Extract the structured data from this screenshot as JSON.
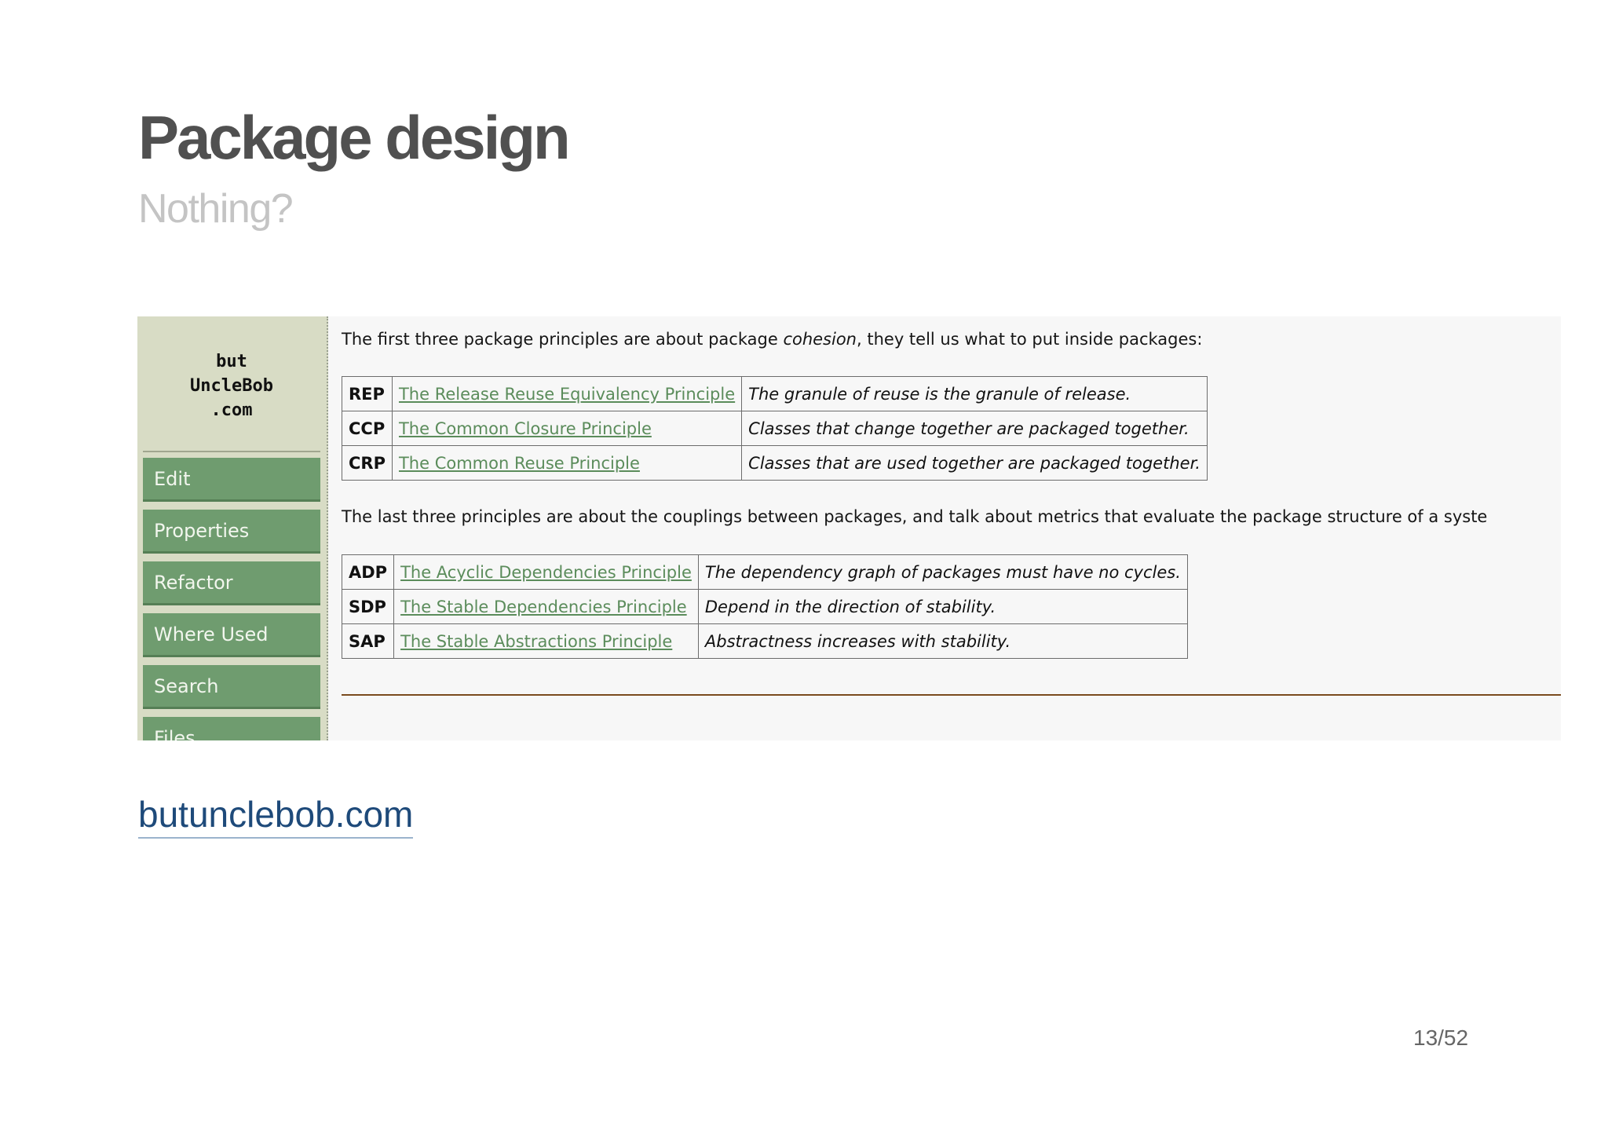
{
  "slide": {
    "title": "Package design",
    "subtitle": "Nothing?",
    "source_link": "butunclebob.com",
    "page_number": "13/52"
  },
  "wiki": {
    "logo_lines": [
      "but",
      "UncleBob",
      ".com"
    ],
    "nav": [
      {
        "label": "Edit"
      },
      {
        "label": "Properties"
      },
      {
        "label": "Refactor"
      },
      {
        "label": "Where Used"
      },
      {
        "label": "Search"
      },
      {
        "label": "Files"
      }
    ],
    "intro_prefix": "The first three package principles are about package ",
    "intro_emphasis": "cohesion",
    "intro_suffix": ", they tell us what to put inside packages:",
    "cohesion_principles": [
      {
        "abbr": "REP",
        "name": "The Release Reuse Equivalency Principle",
        "description": "The granule of reuse is the granule of release."
      },
      {
        "abbr": "CCP",
        "name": "The Common Closure Principle",
        "description": "Classes that change together are packaged together."
      },
      {
        "abbr": "CRP",
        "name": "The Common Reuse Principle",
        "description": "Classes that are used together are packaged together."
      }
    ],
    "coupling_intro": "The last three principles are about the couplings between packages, and talk about metrics that evaluate the package structure of a syste",
    "coupling_principles": [
      {
        "abbr": "ADP",
        "name": "The Acyclic Dependencies Principle",
        "description": "The dependency graph of packages must have no cycles."
      },
      {
        "abbr": "SDP",
        "name": "The Stable Dependencies Principle",
        "description": "Depend in the direction of stability."
      },
      {
        "abbr": "SAP",
        "name": "The Stable Abstractions Principle",
        "description": "Abstractness increases with stability."
      }
    ]
  },
  "colors": {
    "title": "#505050",
    "subtitle": "#c4c4c4",
    "nav_button": "#6f9c6f",
    "sidebar": "#d8dcc5",
    "link_green": "#5b8c5b",
    "source_link": "#1e4a7a",
    "rule": "#7a4b1e"
  }
}
